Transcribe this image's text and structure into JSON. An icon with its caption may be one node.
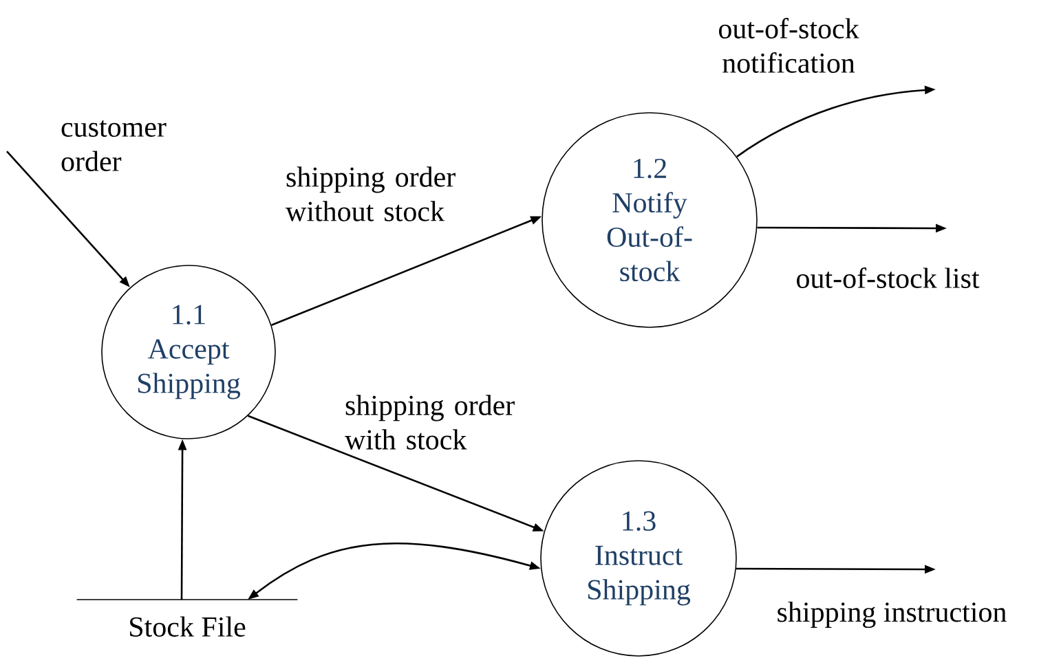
{
  "diagram": {
    "nodes": [
      {
        "text": [
          "1.1",
          "Accept Shipping"
        ]
      },
      {
        "text": [
          "1.2",
          "Notify Out-of-stock"
        ]
      },
      {
        "text": [
          "1.3",
          "Instruct Shipping"
        ]
      },
      {
        "text": [
          "Stock File"
        ]
      }
    ],
    "edges": [
      {
        "from": null,
        "to": 0,
        "arrow": "to",
        "label": "customer order"
      },
      {
        "from": 0,
        "to": 1,
        "arrow": "to",
        "label": "shipping order without stock"
      },
      {
        "from": 0,
        "to": 2,
        "arrow": "to",
        "label": "shipping order with stock"
      },
      {
        "from": 1,
        "to": null,
        "arrow": "to",
        "label": "out-of-stock notification"
      },
      {
        "from": 1,
        "to": null,
        "arrow": "to",
        "label": "out-of-stock list"
      },
      {
        "from": 2,
        "to": null,
        "arrow": "to",
        "label": "shipping instruction"
      },
      {
        "from": 3,
        "to": 0,
        "arrow": "to"
      },
      {
        "from": 2,
        "to": 3,
        "arrow": "both"
      }
    ]
  }
}
